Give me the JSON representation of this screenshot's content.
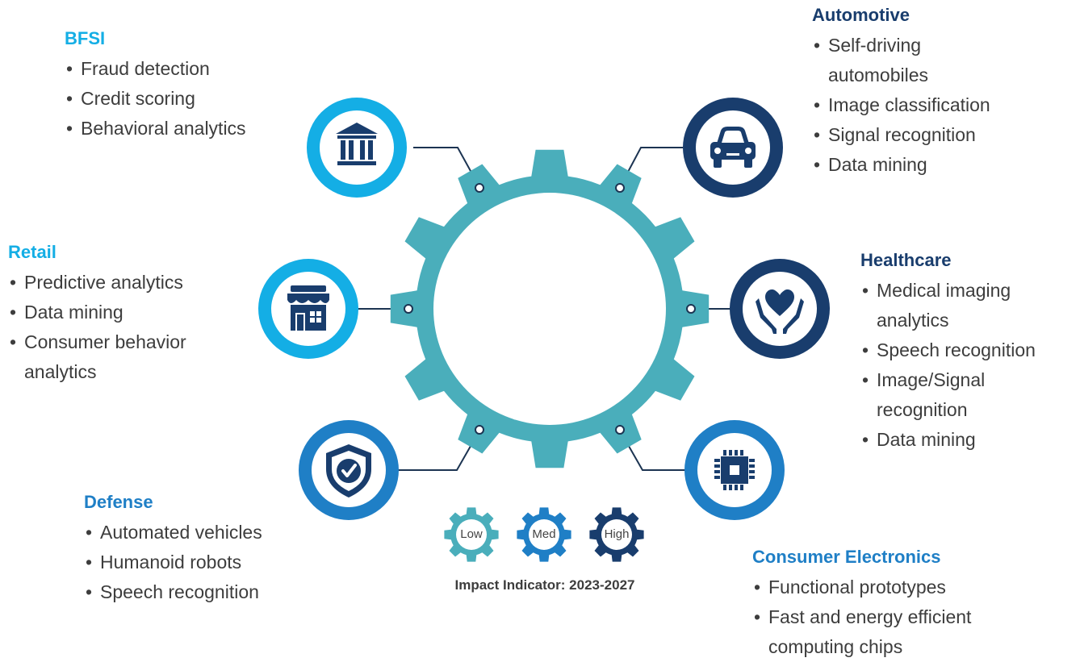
{
  "center_title": "Applications",
  "colors": {
    "gear": "#4aaebb",
    "light_blue": "#14aee5",
    "medium_blue": "#1f7fc6",
    "dark_navy": "#193d6d",
    "connector": "#1c3452"
  },
  "sections": {
    "bfsi": {
      "title": "BFSI",
      "icon": "bank-icon",
      "items": [
        "Fraud detection",
        "Credit scoring",
        "Behavioral analytics"
      ]
    },
    "retail": {
      "title": "Retail",
      "icon": "store-icon",
      "items": [
        "Predictive analytics",
        "Data mining",
        "Consumer behavior",
        "analytics"
      ]
    },
    "defense": {
      "title": "Defense",
      "icon": "shield-check-icon",
      "items": [
        "Automated vehicles",
        "Humanoid robots",
        "Speech recognition"
      ]
    },
    "automotive": {
      "title": "Automotive",
      "icon": "car-icon",
      "items": [
        "Self-driving",
        "automobiles",
        "Image classification",
        "Signal recognition",
        "Data mining"
      ]
    },
    "healthcare": {
      "title": "Healthcare",
      "icon": "heart-hands-icon",
      "items": [
        "Medical imaging",
        "analytics",
        "Speech recognition",
        "Image/Signal",
        "recognition",
        "Data mining"
      ]
    },
    "consumer_electronics": {
      "title": "Consumer Electronics",
      "icon": "chip-icon",
      "items": [
        "Functional prototypes",
        "Fast and energy efficient",
        "computing chips"
      ]
    }
  },
  "legend": {
    "low": "Low",
    "med": "Med",
    "high": "High",
    "caption": "Impact Indicator: 2023-2027"
  }
}
